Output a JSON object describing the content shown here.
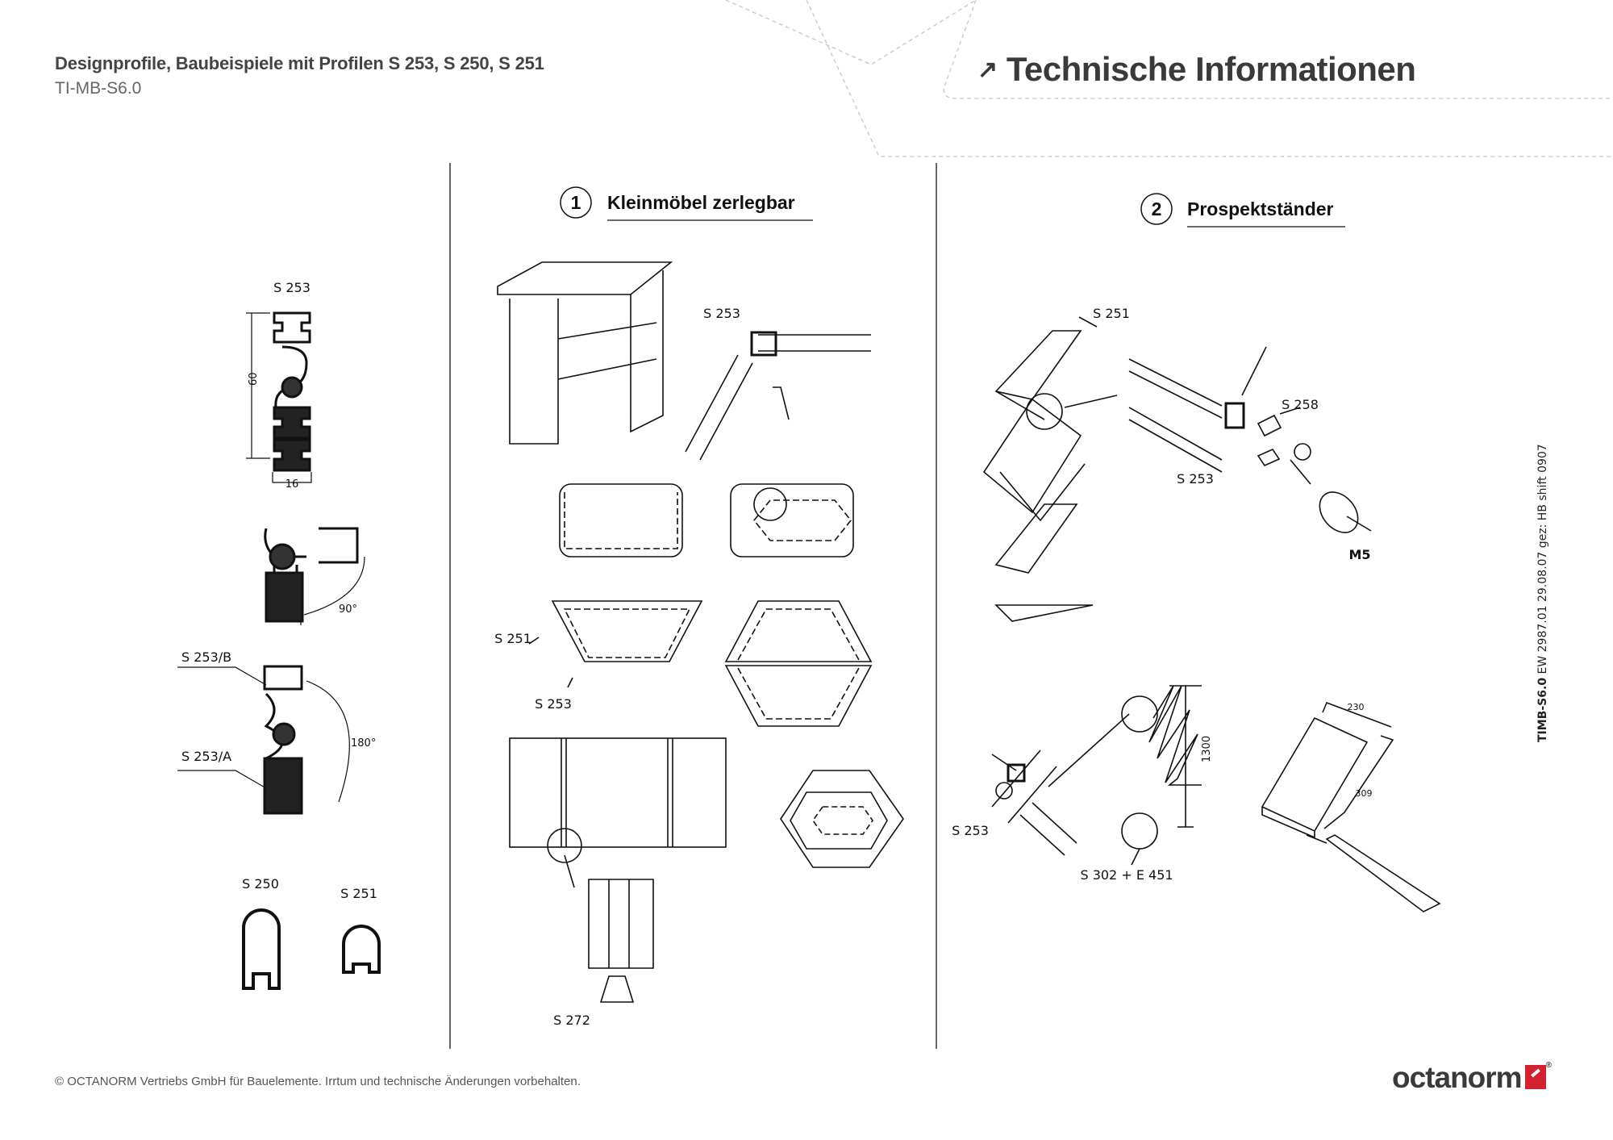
{
  "header": {
    "title": "Designprofile, Baubeispiele mit Profilen S 253, S 250, S 251",
    "code": "TI-MB-S6.0",
    "section_arrow": "↗",
    "section": "Technische Informationen"
  },
  "profiles": {
    "s253": "S 253",
    "dim_height": "60",
    "dim_width": "16",
    "angle_90": "90°",
    "s253b": "S 253/B",
    "s253a": "S 253/A",
    "angle_180": "180°",
    "s250": "S 250",
    "s251": "S 251"
  },
  "example1": {
    "number": "1",
    "title": "Kleinmöbel zerlegbar",
    "label_s253_top": "S 253",
    "label_s251": "S 251",
    "label_s253": "S 253",
    "label_s272": "S 272"
  },
  "example2": {
    "number": "2",
    "title": "Prospektständer",
    "label_s251": "S 251",
    "label_s258": "S 258",
    "label_s253": "S 253",
    "label_m5": "M5",
    "label_1300": "1300",
    "label_230": "230",
    "label_309": "309",
    "label_s253_b": "S 253",
    "label_s302": "S 302 + E 451"
  },
  "side_note": {
    "bold": "TIMB-S6.0",
    "rest": " EW 2987.01 29.08.07 gez: HB shift 0907"
  },
  "footer": {
    "copyright": "© OCTANORM Vertriebs GmbH für Bauelemente. Irrtum und technische Änderungen vorbehalten.",
    "logo": "octanorm",
    "reg": "®"
  },
  "colors": {
    "text": "#3c3c3c",
    "logo_red": "#d4202e",
    "dash": "#c8c8c8"
  }
}
